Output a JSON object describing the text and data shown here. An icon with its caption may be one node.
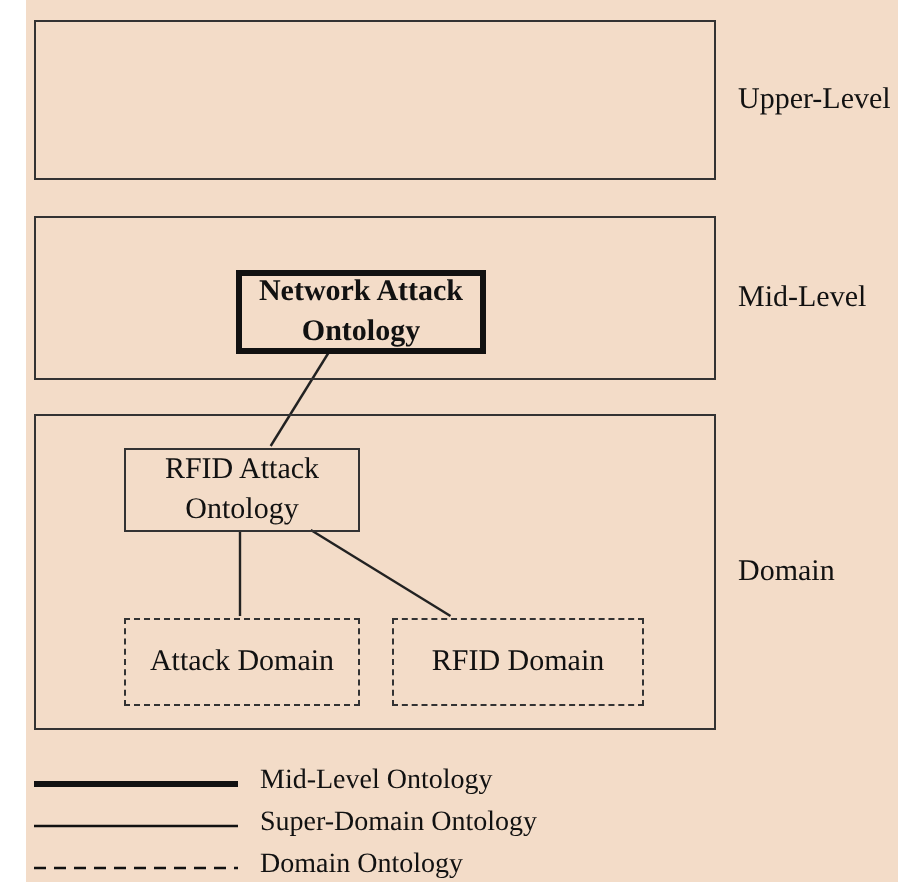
{
  "diagram": {
    "nodes": [
      {
        "text": [
          "Upper-Level"
        ]
      },
      {
        "text": [
          "Mid-Level"
        ]
      },
      {
        "text": [
          "Network Attack Ontology"
        ],
        "in": 1
      },
      {
        "text": [
          "Domain"
        ]
      },
      {
        "text": [
          "RFID Attack Ontology"
        ],
        "in": 3
      },
      {
        "text": [
          "Attack Domain"
        ],
        "in": 3
      },
      {
        "text": [
          "RFID Domain"
        ],
        "in": 3
      }
    ],
    "edges": [
      {
        "from": 2,
        "to": 4,
        "arrow": "none"
      },
      {
        "from": 4,
        "to": 5,
        "arrow": "none"
      },
      {
        "from": 4,
        "to": 6,
        "arrow": "none"
      }
    ],
    "legend": [
      {
        "text": "Mid-Level Ontology"
      },
      {
        "text": "Super-Domain Ontology"
      },
      {
        "text": "Domain Ontology"
      }
    ]
  }
}
